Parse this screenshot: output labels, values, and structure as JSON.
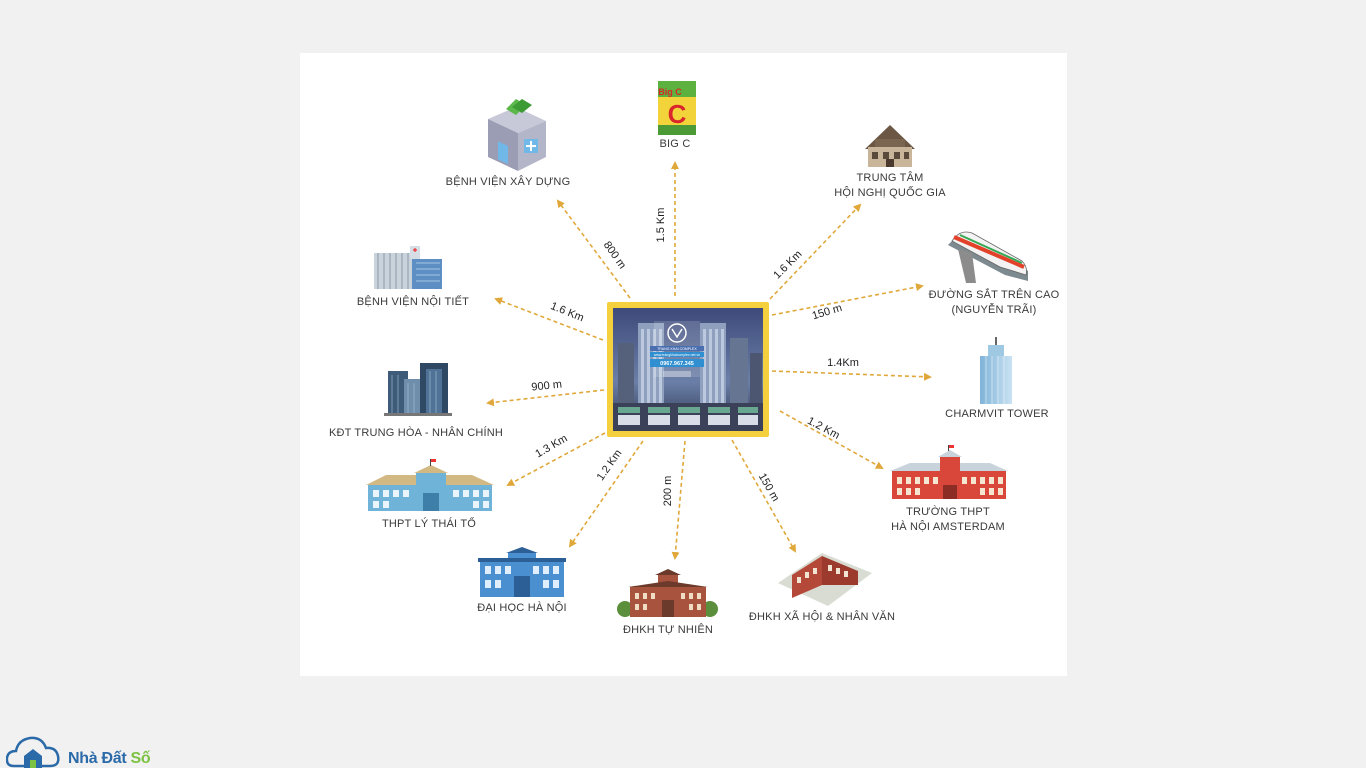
{
  "center": {
    "brand_name": "TRANG KHAI COMPLEX",
    "website": "www.trangkhaicomplex.net.vn",
    "hotline": "0967.967.345"
  },
  "destinations": [
    {
      "key": "bigc",
      "lines": [
        "BIG C"
      ],
      "distance": "1.5 Km",
      "icon": "supermarket-icon",
      "icon_text": "Big C"
    },
    {
      "key": "trungtam",
      "lines": [
        "TRUNG TÂM",
        "HỘI NGHỊ QUỐC GIA"
      ],
      "distance": "1.6 Km",
      "icon": "convention-center-icon"
    },
    {
      "key": "duongsat",
      "lines": [
        "ĐƯỜNG SẮT TRÊN CAO",
        "(NGUYỄN TRÃI)"
      ],
      "distance": "150 m",
      "icon": "metro-train-icon"
    },
    {
      "key": "charmvit",
      "lines": [
        "CHARMVIT TOWER"
      ],
      "distance": "1.4Km",
      "icon": "tower-icon"
    },
    {
      "key": "amsterdam",
      "lines": [
        "TRƯỜNG THPT",
        "HÀ NỘI AMSTERDAM"
      ],
      "distance": "1.2 Km",
      "icon": "school-icon"
    },
    {
      "key": "xahoi",
      "lines": [
        "ĐHKH XÃ HỘI & NHÂN VĂN"
      ],
      "distance": "150 m",
      "icon": "university-icon"
    },
    {
      "key": "tunhien",
      "lines": [
        "ĐHKH TỰ NHIÊN"
      ],
      "distance": "200 m",
      "icon": "university-icon"
    },
    {
      "key": "daihoc",
      "lines": [
        "ĐẠI HỌC HÀ NỘI"
      ],
      "distance": "1.2 Km",
      "icon": "university-icon"
    },
    {
      "key": "lythaito",
      "lines": [
        "THPT LÝ THÁI TỔ"
      ],
      "distance": "1.3 Km",
      "icon": "school-icon"
    },
    {
      "key": "trunghoa",
      "lines": [
        "KĐT TRUNG HÒA - NHÂN CHÍNH"
      ],
      "distance": "900 m",
      "icon": "urban-area-icon"
    },
    {
      "key": "noitiet",
      "lines": [
        "BỆNH VIỆN NỘI TIẾT"
      ],
      "distance": "1.6 Km",
      "icon": "hospital-icon"
    },
    {
      "key": "xaydung",
      "lines": [
        "BỆNH VIỆN XÂY DỰNG"
      ],
      "distance": "800 m",
      "icon": "hospital-icon"
    }
  ],
  "watermark": {
    "text_main": "Nhà Đất ",
    "text_accent": "Số",
    "icon": "cloud-house-icon",
    "colors": {
      "blue": "#2b6aa8",
      "green": "#7cc242"
    }
  },
  "colors": {
    "arrow": "#e0a83a",
    "center_frame": "#f4d03f",
    "label": "#3a3a3a"
  }
}
